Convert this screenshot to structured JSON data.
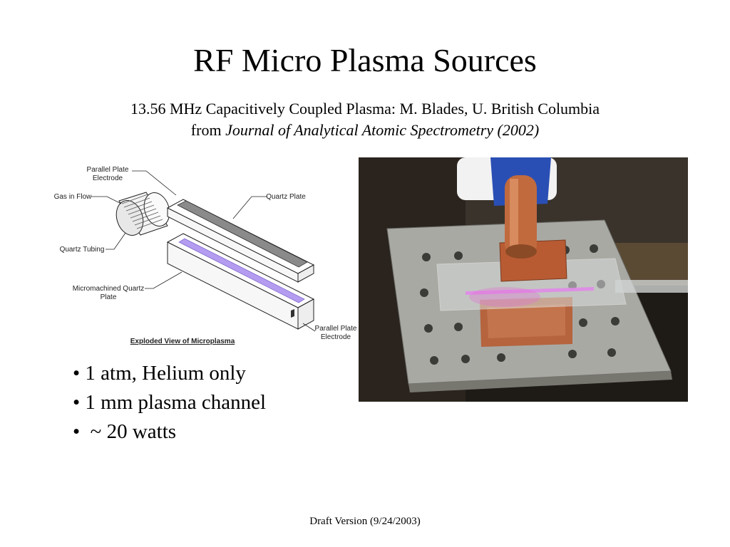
{
  "slide": {
    "title": "RF Micro Plasma Sources",
    "subtitle_line1": "13.56 MHz Capacitively Coupled Plasma:  M. Blades, U. British Columbia",
    "subtitle_from": "from ",
    "subtitle_journal": "Journal of Analytical Atomic Spectrometry (2002)"
  },
  "diagram": {
    "labels": {
      "parallel_plate_top_1": "Parallel Plate",
      "parallel_plate_top_2": "Electrode",
      "gas_in_flow": "Gas in Flow",
      "quartz_plate": "Quartz Plate",
      "quartz_tubing": "Quartz Tubing",
      "micromachined_1": "Micromachined Quartz",
      "micromachined_2": "Plate",
      "parallel_plate_bottom_1": "Parallel Plate",
      "parallel_plate_bottom_2": "Electrode",
      "caption": "Exploded View of Microplasma"
    }
  },
  "bullets": [
    "• 1 atm, Helium only",
    "• 1 mm plasma channel",
    "•  ~ 20 watts"
  ],
  "footer": "Draft Version (9/24/2003)"
}
